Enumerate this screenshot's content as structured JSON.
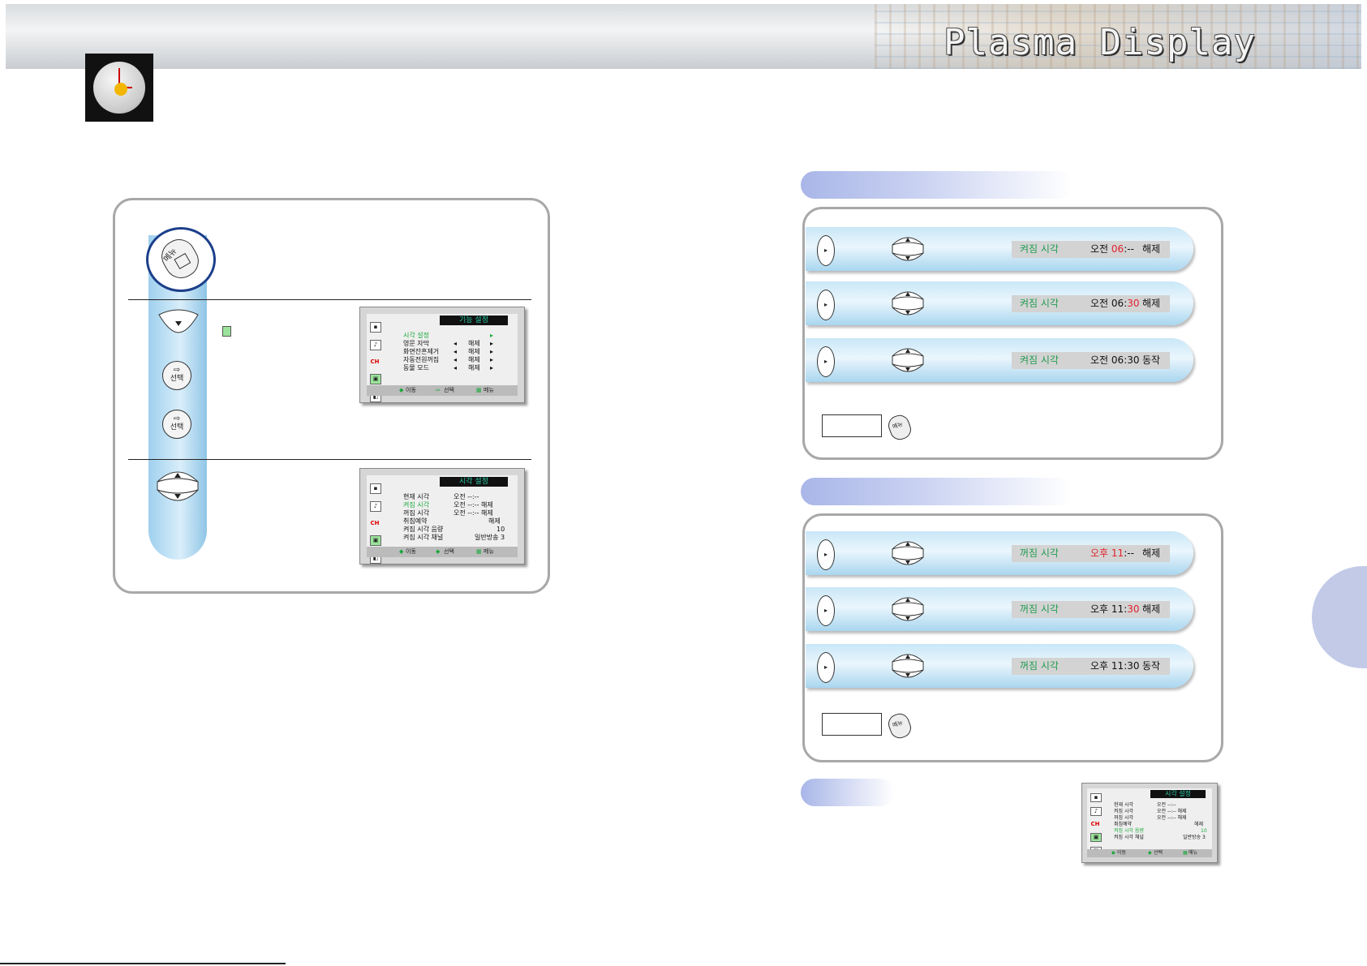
{
  "header": {
    "brand": "Plasma Display"
  },
  "left": {
    "menu_button": "메뉴",
    "select_button_1": "선택",
    "select_button_2": "선택",
    "osd1": {
      "title": "기능 설정",
      "rows": [
        {
          "label": "시각 설정",
          "value": "",
          "highlight": true
        },
        {
          "label": "영문 자막",
          "value": "해제"
        },
        {
          "label": "화면잔흔제거",
          "value": "해제"
        },
        {
          "label": "자동전원꺼짐",
          "value": "해제"
        },
        {
          "label": "동물 모드",
          "value": "해제"
        }
      ],
      "footer": {
        "move": "이동",
        "select": "선택",
        "menu": "메뉴"
      }
    },
    "osd2": {
      "title": "시각 설정",
      "rows": [
        {
          "label": "현재 시각",
          "value": "오전  --:--"
        },
        {
          "label": "켜짐 시각",
          "value": "오전  --:--  해제",
          "highlight": true
        },
        {
          "label": "꺼짐 시각",
          "value": "오전  --:--  해제"
        },
        {
          "label": "취침예약",
          "value": "해제"
        },
        {
          "label": "켜짐 시각 음량",
          "value": "10"
        },
        {
          "label": "켜짐 시각 채널",
          "value": "일반방송 3"
        }
      ],
      "footer": {
        "move": "이동",
        "select": "선택",
        "menu": "메뉴"
      }
    }
  },
  "on_timer": {
    "steps": [
      {
        "label": "켜짐 시각",
        "ampm": "오전",
        "hour": "06",
        "sep": ":",
        "minute": "--",
        "state": "해제",
        "hl": "hour"
      },
      {
        "label": "켜짐 시각",
        "ampm": "오전",
        "hour": "06",
        "sep": ":",
        "minute": "30",
        "state": "해제",
        "hl": "minute"
      },
      {
        "label": "켜짐 시각",
        "ampm": "오전",
        "hour": "06",
        "sep": ":",
        "minute": "30",
        "state": "동작",
        "hl": "state"
      }
    ],
    "menu_hint": "메뉴"
  },
  "off_timer": {
    "steps": [
      {
        "label": "꺼짐 시각",
        "ampm": "오후",
        "hour": "11",
        "sep": ":",
        "minute": "--",
        "state": "해제",
        "hl": "ampmhour"
      },
      {
        "label": "꺼짐 시각",
        "ampm": "오후",
        "hour": "11",
        "sep": ":",
        "minute": "30",
        "state": "해제",
        "hl": "minute"
      },
      {
        "label": "꺼짐 시각",
        "ampm": "오후",
        "hour": "11",
        "sep": ":",
        "minute": "30",
        "state": "동작",
        "hl": "state"
      }
    ],
    "menu_hint": "메뉴"
  },
  "osd3": {
    "title": "시각 설정",
    "rows": [
      {
        "label": "현재 시각",
        "value": "오전  --:--"
      },
      {
        "label": "켜짐 시각",
        "value": "오전  --:--  해제"
      },
      {
        "label": "꺼짐 시각",
        "value": "오전  --:--  해제"
      },
      {
        "label": "취침예약",
        "value": "해제"
      },
      {
        "label": "켜짐 시각 음량",
        "value": "10",
        "highlight": true
      },
      {
        "label": "켜짐 시각 채널",
        "value": "일반방송 3"
      }
    ],
    "footer": {
      "move": "이동",
      "select": "선택",
      "menu": "메뉴"
    }
  },
  "colors": {
    "accent_green": "#1f9b4f",
    "accent_red": "#e0212c",
    "frame_blue": "#1c3f8a"
  }
}
